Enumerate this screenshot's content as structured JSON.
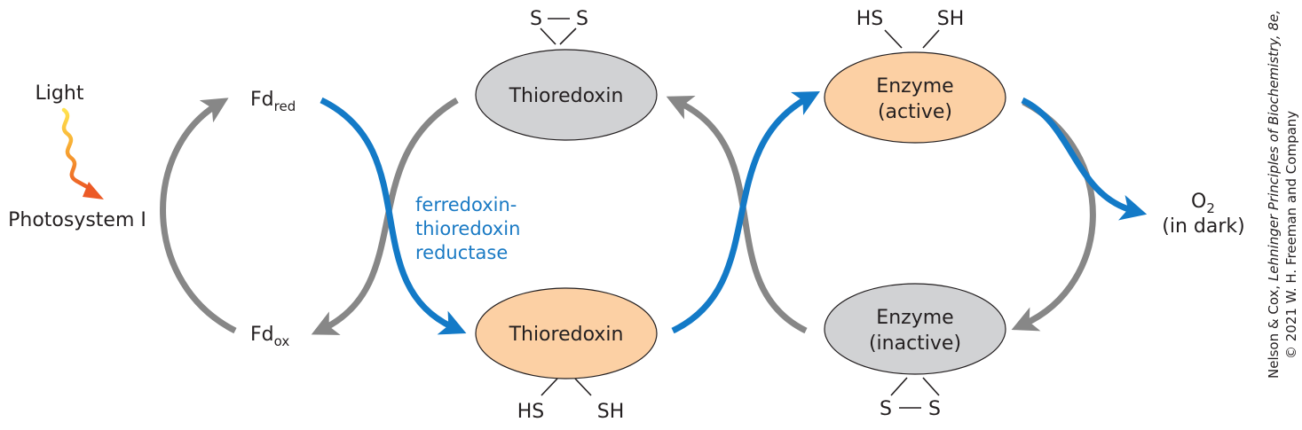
{
  "light": {
    "label": "Light",
    "source": "Photosystem I"
  },
  "ferredoxin": {
    "reduced_main": "Fd",
    "reduced_sub": "red",
    "oxidized_main": "Fd",
    "oxidized_sub": "ox"
  },
  "enzyme_ftr": [
    "ferredoxin-",
    "thioredoxin",
    "reductase"
  ],
  "thioredoxin_oxidized": {
    "label": "Thioredoxin",
    "s1": "S",
    "s2": "S"
  },
  "thioredoxin_reduced": {
    "label": "Thioredoxin",
    "sh1": "HS",
    "sh2": "SH"
  },
  "enzyme_active": {
    "line1": "Enzyme",
    "line2": "(active)",
    "sh1": "HS",
    "sh2": "SH"
  },
  "enzyme_inactive": {
    "line1": "Enzyme",
    "line2": "(inactive)",
    "s1": "S",
    "s2": "S"
  },
  "oxygen": {
    "main": "O",
    "sub": "2",
    "note": "(in dark)"
  },
  "credit": {
    "line1_prefix": "Nelson & Cox, ",
    "line1_title": "Lehninger Principles of Biochemistry",
    "line1_suffix": ", 8e,",
    "line2": "© 2021 W. H. Freeman and Company"
  },
  "colors": {
    "gray_arrow": "#878787",
    "blue_arrow": "#137ac7",
    "gray_fill": "#d1d2d4",
    "orange_fill": "#fcd0a4"
  }
}
